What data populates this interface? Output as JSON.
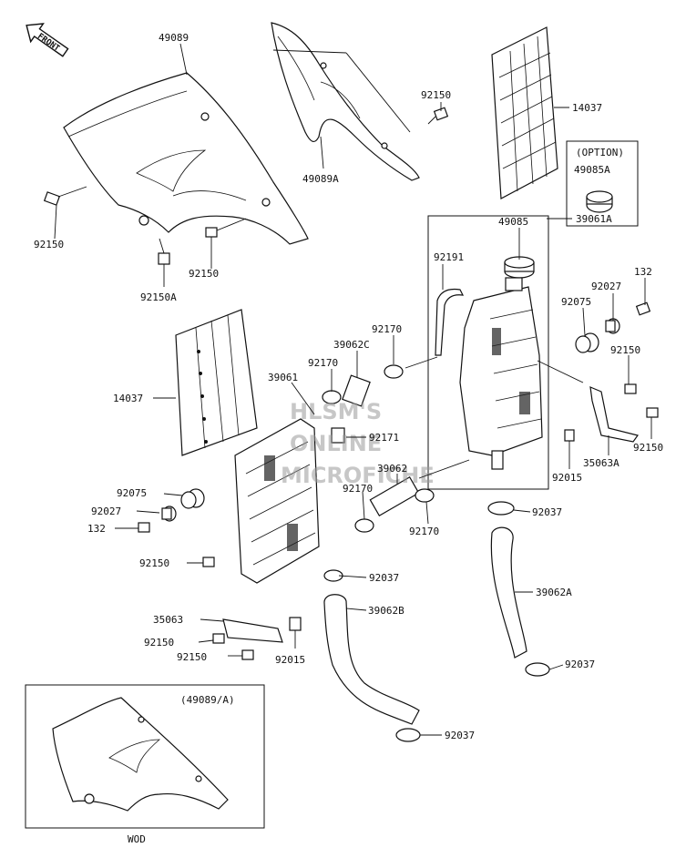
{
  "front_label": "FRONT",
  "watermark": [
    "HLSM'S",
    "ONLINE",
    "MICROFICHE"
  ],
  "callouts": [
    {
      "id": "c-49089",
      "text": "49089"
    },
    {
      "id": "c-49089a",
      "text": "49089A"
    },
    {
      "id": "c-92150-top",
      "text": "92150"
    },
    {
      "id": "c-14037-top",
      "text": "14037"
    },
    {
      "id": "c-49085a",
      "text": "49085A"
    },
    {
      "id": "c-92150-left",
      "text": "92150"
    },
    {
      "id": "c-92150-mid",
      "text": "92150"
    },
    {
      "id": "c-92150a",
      "text": "92150A"
    },
    {
      "id": "c-49085",
      "text": "49085"
    },
    {
      "id": "c-39061a",
      "text": "39061A"
    },
    {
      "id": "c-92191",
      "text": "92191"
    },
    {
      "id": "c-132-right",
      "text": "132"
    },
    {
      "id": "c-92027-right",
      "text": "92027"
    },
    {
      "id": "c-92075-right",
      "text": "92075"
    },
    {
      "id": "c-92170-a",
      "text": "92170"
    },
    {
      "id": "c-39062c",
      "text": "39062C"
    },
    {
      "id": "c-92150-r1",
      "text": "92150"
    },
    {
      "id": "c-92170-b",
      "text": "92170"
    },
    {
      "id": "c-39061",
      "text": "39061"
    },
    {
      "id": "c-14037-left",
      "text": "14037"
    },
    {
      "id": "c-92171",
      "text": "92171"
    },
    {
      "id": "c-92150-r2",
      "text": "92150"
    },
    {
      "id": "c-35063a",
      "text": "35063A"
    },
    {
      "id": "c-92015-right",
      "text": "92015"
    },
    {
      "id": "c-39062",
      "text": "39062"
    },
    {
      "id": "c-92075-left",
      "text": "92075"
    },
    {
      "id": "c-92027-left",
      "text": "92027"
    },
    {
      "id": "c-92170-c",
      "text": "92170"
    },
    {
      "id": "c-132-left",
      "text": "132"
    },
    {
      "id": "c-92037-a",
      "text": "92037"
    },
    {
      "id": "c-92170-d",
      "text": "92170"
    },
    {
      "id": "c-92150-l2",
      "text": "92150"
    },
    {
      "id": "c-92037-b",
      "text": "92037"
    },
    {
      "id": "c-39062a",
      "text": "39062A"
    },
    {
      "id": "c-35063",
      "text": "35063"
    },
    {
      "id": "c-39062b",
      "text": "39062B"
    },
    {
      "id": "c-92150-l3",
      "text": "92150"
    },
    {
      "id": "c-92150-l4",
      "text": "92150"
    },
    {
      "id": "c-92015-left",
      "text": "92015"
    },
    {
      "id": "c-92037-c",
      "text": "92037"
    },
    {
      "id": "c-92037-d",
      "text": "92037"
    }
  ],
  "option_box": {
    "label": "(OPTION)"
  },
  "inset_box": {
    "label": "(49089/A)",
    "caption": "WOD"
  }
}
